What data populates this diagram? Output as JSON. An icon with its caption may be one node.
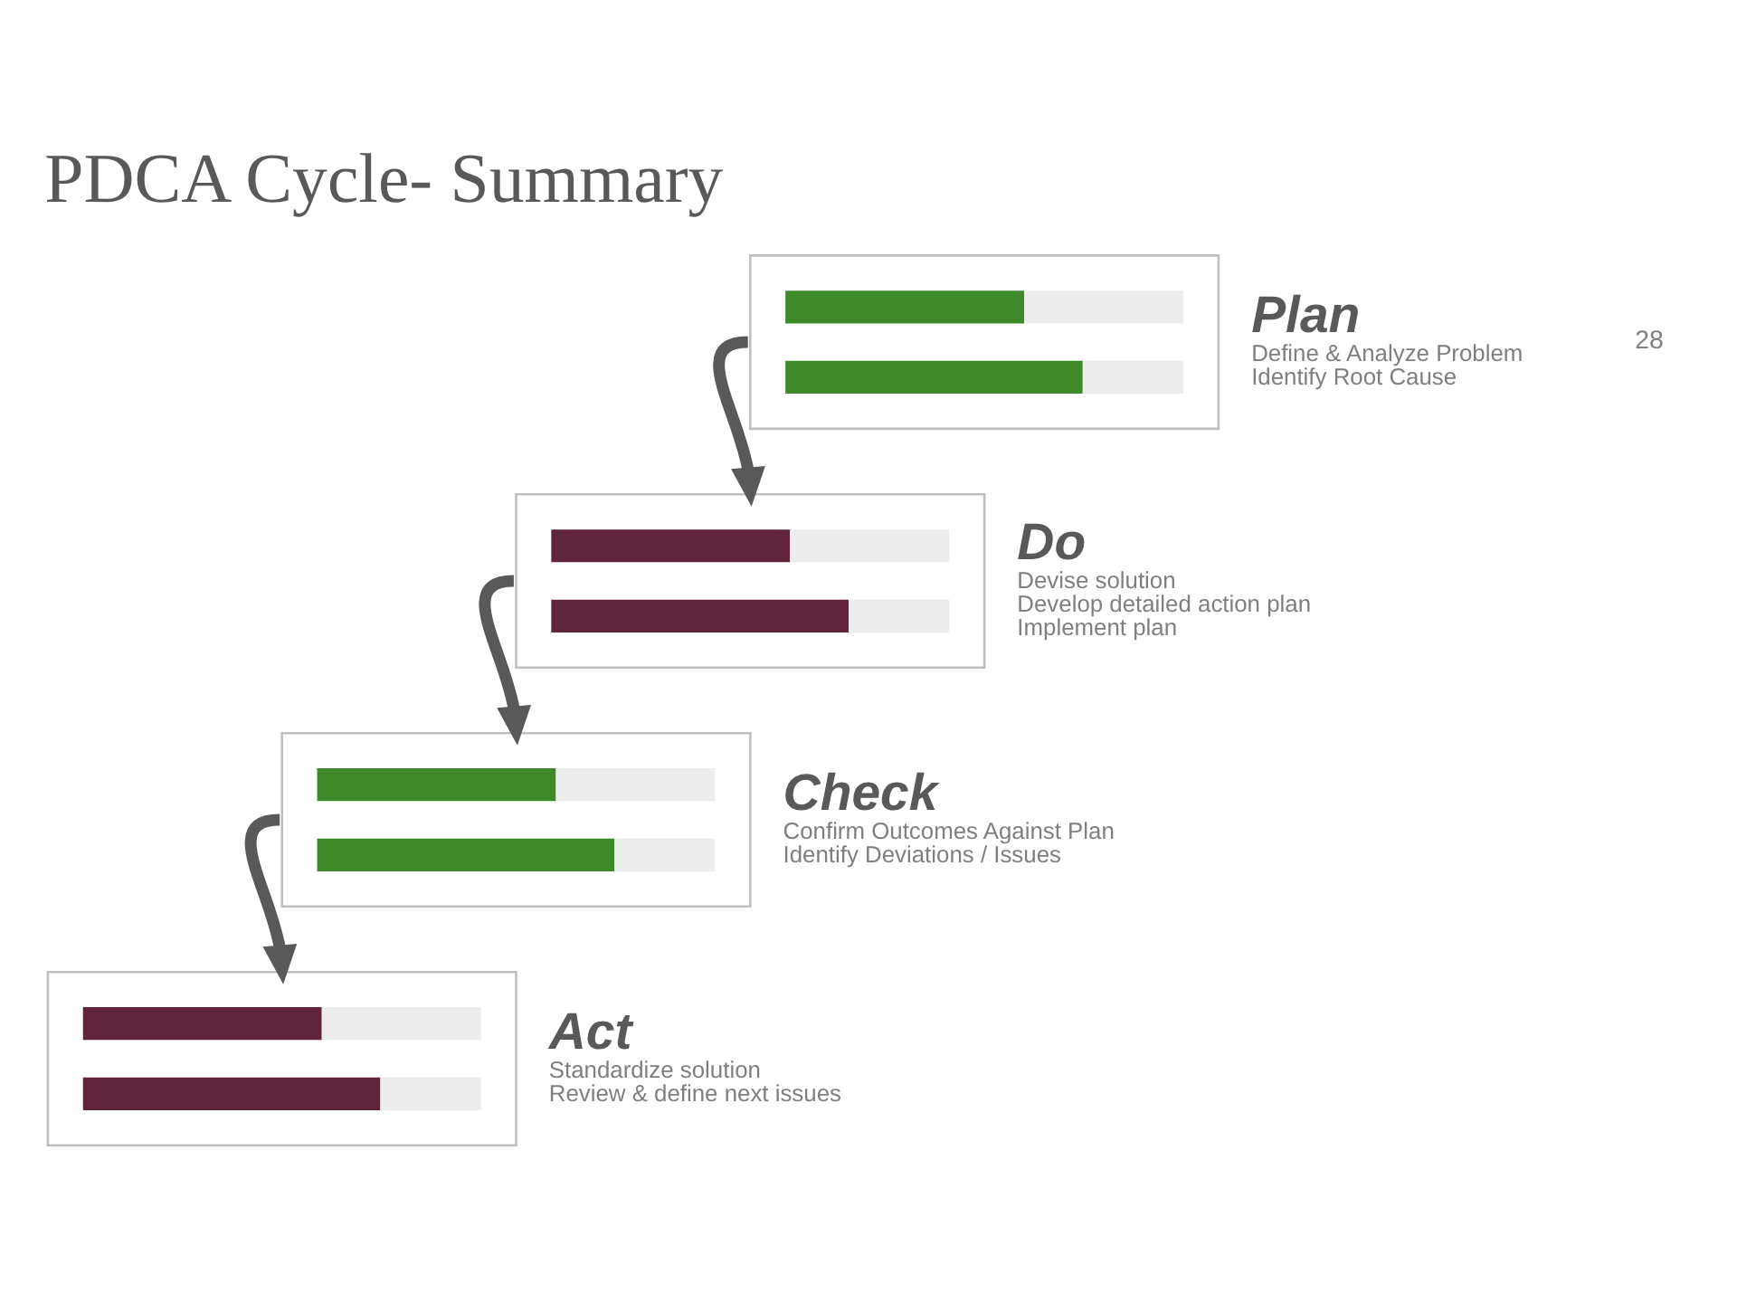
{
  "diagram": {
    "title": "PDCA Cycle- Summary",
    "nodes": [
      {
        "text": [],
        "shape": "box",
        "beside": [
          "Plan",
          "Define & Analyze Problem",
          "Identify Root Cause"
        ]
      },
      {
        "text": [],
        "shape": "box",
        "beside": [
          "Do",
          "Devise solution",
          "Develop detailed action plan",
          "Implement plan"
        ]
      },
      {
        "text": [],
        "shape": "box",
        "beside": [
          "Check",
          "Confirm Outcomes Against Plan",
          "Identify Deviations / Issues"
        ]
      },
      {
        "text": [],
        "shape": "box",
        "beside": [
          "Act",
          "Standardize solution",
          "Review & define next issues"
        ]
      }
    ],
    "edges": [
      {
        "from": 0,
        "to": 1,
        "arrow": "to"
      },
      {
        "from": 1,
        "to": 2,
        "arrow": "to"
      },
      {
        "from": 2,
        "to": 3,
        "arrow": "to"
      }
    ],
    "labels": [
      "28"
    ]
  }
}
